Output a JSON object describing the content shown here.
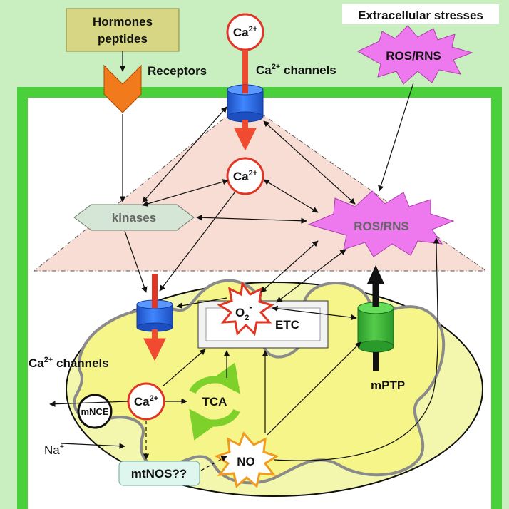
{
  "colors": {
    "page_background": "#c9eec0",
    "membrane": "#4ad03a",
    "cell_interior": "#ffffff",
    "cone": "#f7ddd3",
    "mitochondrion_outer": "#f3f6ad",
    "mitochondrion_inner": "#f5f58a",
    "hormone_box": "#d6d685",
    "receptor": "#f07a1c",
    "channel": "#2f6fe8",
    "mptp": "#3cb53a",
    "ros_burst": "#ee78ee",
    "calcium_ring": "#e03525",
    "flux_arrow": "#f04a30",
    "tca_arrows": "#7ed12b",
    "mtnos_box": "#dff6ef"
  },
  "labels": {
    "hormones_line1": "Hormones",
    "hormones_line2": "peptides",
    "receptors": "Receptors",
    "extracellular_stresses": "Extracellular stresses",
    "ros_rns_outside": "ROS/RNS",
    "ros_rns_inside": "ROS/RNS",
    "ca_channels_top": "Ca",
    "ca_channels_top_sup": "2+",
    "ca_channels_top_rest": " channels",
    "ca_channels_mito": "Ca",
    "ca_channels_mito_sup": "2+",
    "ca_channels_mito_rest": " channels",
    "kinases": "kinases",
    "etc": "ETC",
    "superoxide": "O",
    "superoxide_sub": "2",
    "superoxide_sup": "-",
    "mptp": "mPTP",
    "tca": "TCA",
    "mnce": "mNCE",
    "sodium": "Na",
    "sodium_sup": "+",
    "nitric_oxide": "NO",
    "mtnos": "mtNOS??",
    "ca_ext": "Ca",
    "ca_ext_sup": "2+",
    "ca_cyto": "Ca",
    "ca_cyto_sup": "2+",
    "ca_mito": "Ca",
    "ca_mito_sup": "2+"
  }
}
